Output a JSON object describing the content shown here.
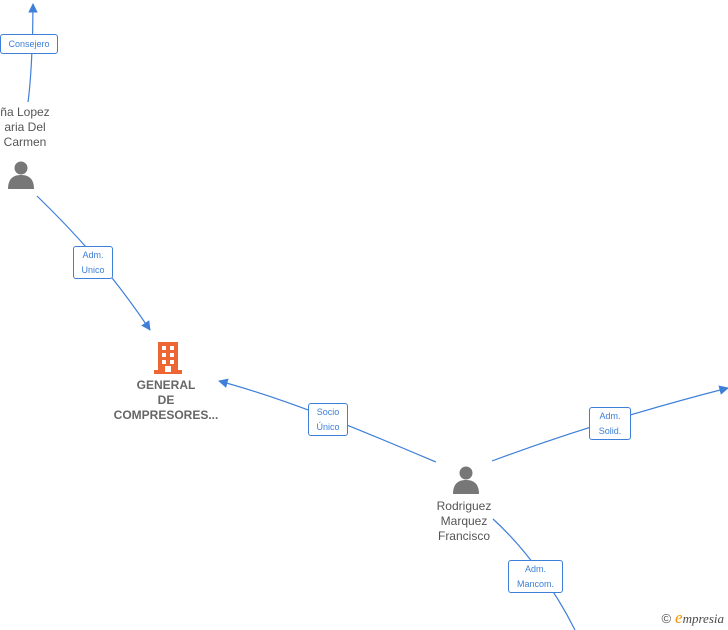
{
  "colors": {
    "edge": "#3d7fd9",
    "company": "#ee6633",
    "person": "#777777"
  },
  "nodes": {
    "person_top": {
      "name_lines": [
        "ña Lopez",
        "aria Del",
        "Carmen"
      ]
    },
    "company": {
      "name_lines": [
        "GENERAL",
        "DE",
        "COMPRESORES..."
      ]
    },
    "person_center": {
      "name_lines": [
        "Rodriguez",
        "Marquez",
        "Francisco"
      ]
    }
  },
  "edges": {
    "consejero": {
      "lines": [
        "Consejero"
      ]
    },
    "adm_unico": {
      "lines": [
        "Adm.",
        "Unico"
      ]
    },
    "socio_unico": {
      "lines": [
        "Socio",
        "Único"
      ]
    },
    "adm_solid": {
      "lines": [
        "Adm.",
        "Solid."
      ]
    },
    "adm_mancom": {
      "lines": [
        "Adm.",
        "Mancom."
      ]
    }
  },
  "footer": {
    "copyright": "©",
    "brand_initial": "e",
    "brand_rest": "mpresia"
  }
}
